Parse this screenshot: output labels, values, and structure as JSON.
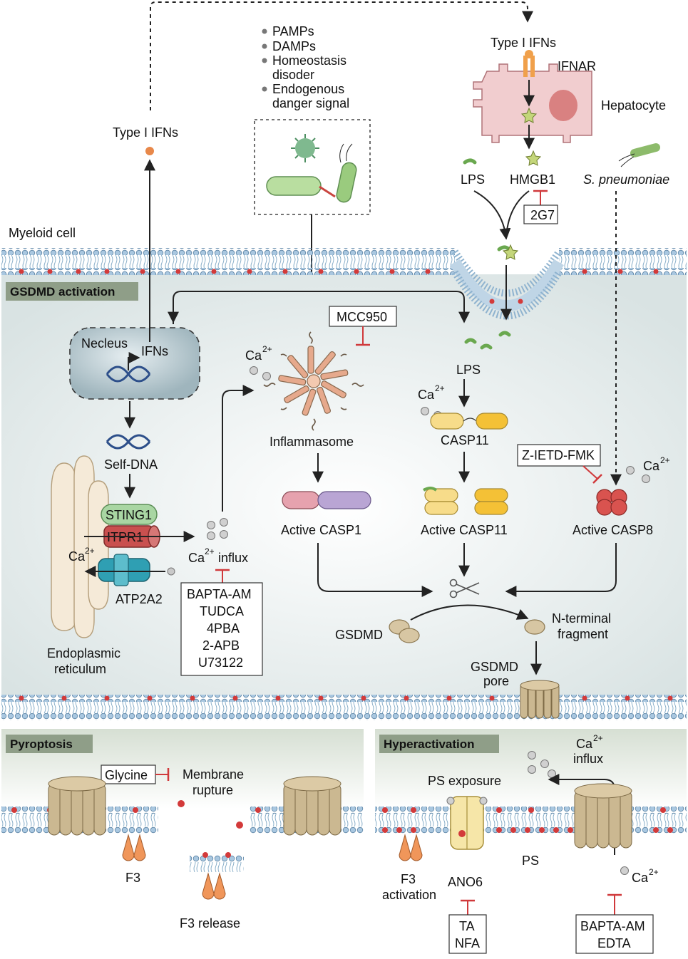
{
  "cell": {
    "myeloid_label": "Myeloid cell",
    "section_activation": "GSDMD activation",
    "section_pyroptosis": "Pyroptosis",
    "section_hyperactivation": "Hyperactivation"
  },
  "top": {
    "type1_ifns_left": "Type I IFNs",
    "type1_ifns_right": "Type I IFNs",
    "ifnar": "IFNAR",
    "hepatocyte": "Hepatocyte",
    "signals": [
      "PAMPs",
      "DAMPs",
      "Homeostasis",
      "disoder",
      "Endogenous",
      "danger signal"
    ],
    "lps": "LPS",
    "hmgb1": "HMGB1",
    "inhibitor_2g7": "2G7",
    "s_pneumoniae": "S. pneumoniae"
  },
  "activation": {
    "necleus": "Necleus",
    "ifns": "IFNs",
    "self_dna": "Self-DNA",
    "sting1": "STING1",
    "itpr1": "ITPR1",
    "atp2a2": "ATP2A2",
    "ca_ion": "Ca",
    "charge": "2+",
    "influx": "influx",
    "er_line1": "Endoplasmic",
    "er_line2": "reticulum",
    "ca_inhibitors": [
      "BAPTA-AM",
      "TUDCA",
      "4PBA",
      "2-APB",
      "U73122"
    ],
    "mcc950": "MCC950",
    "inflammasome": "Inflammasome",
    "active_casp1": "Active CASP1",
    "lps_inside": "LPS",
    "casp11": "CASP11",
    "active_casp11": "Active CASP11",
    "z_ietd": "Z-IETD-FMK",
    "active_casp8": "Active CASP8",
    "gsdmd": "GSDMD",
    "n_terminal_1": "N-terminal",
    "n_terminal_2": "fragment",
    "gsdmd_pore_1": "GSDMD",
    "gsdmd_pore_2": "pore"
  },
  "pyroptosis": {
    "glycine": "Glycine",
    "membrane_1": "Membrane",
    "membrane_2": "rupture",
    "f3": "F3",
    "f3_release": "F3 release"
  },
  "hyperactivation": {
    "ps_exposure": "PS exposure",
    "ca_influx_top": "influx",
    "ps": "PS",
    "f3_1": "F3",
    "f3_2": "activation",
    "ano6": "ANO6",
    "ano6_inhibitors": [
      "TA",
      "NFA"
    ],
    "ca_inhibitors": [
      "BAPTA-AM",
      "EDTA"
    ]
  }
}
